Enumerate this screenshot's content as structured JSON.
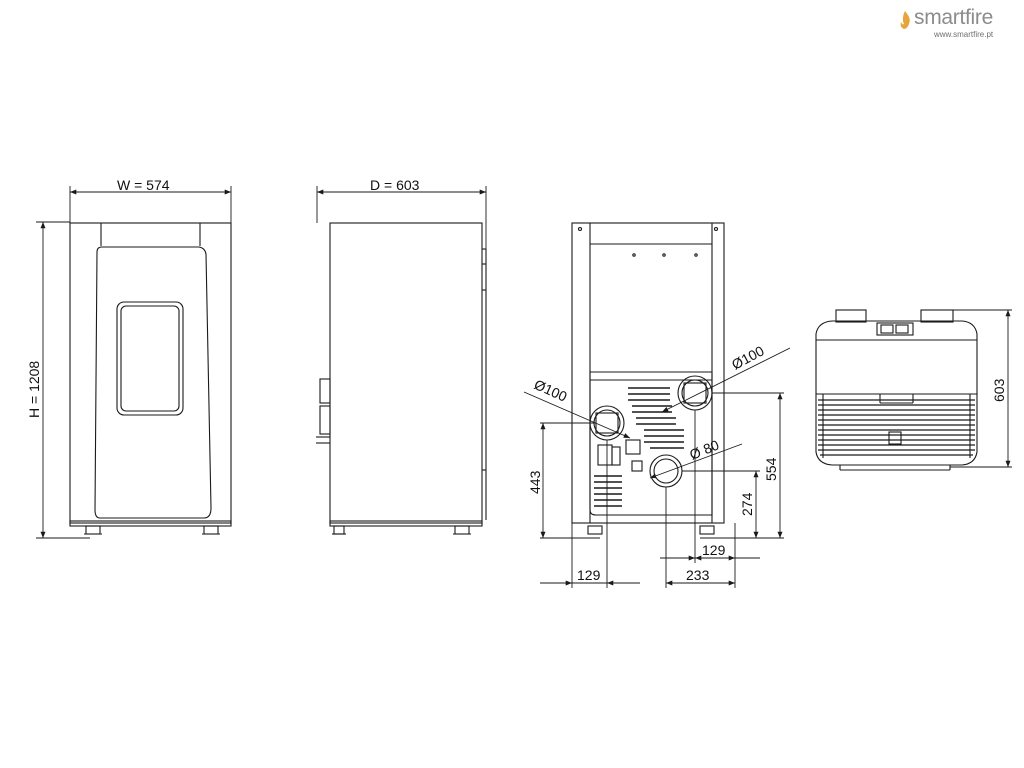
{
  "brand": {
    "name": "smartfire",
    "url": "www.smartfire.pt",
    "flame_color": "#e8a33a",
    "text_color": "#8c8c8c"
  },
  "dimensions": {
    "width": "W =  574",
    "depth": "D =  603",
    "height": "H =  1208",
    "flue_left": "Ø100",
    "flue_right": "Ø100",
    "air_inlet": "Ø  80",
    "h_443": "443",
    "h_554": "554",
    "h_274": "274",
    "top_603": "603",
    "w_129_left": "129",
    "w_129_right": "129",
    "w_233": "233"
  },
  "line_color": "#1a1a1a"
}
